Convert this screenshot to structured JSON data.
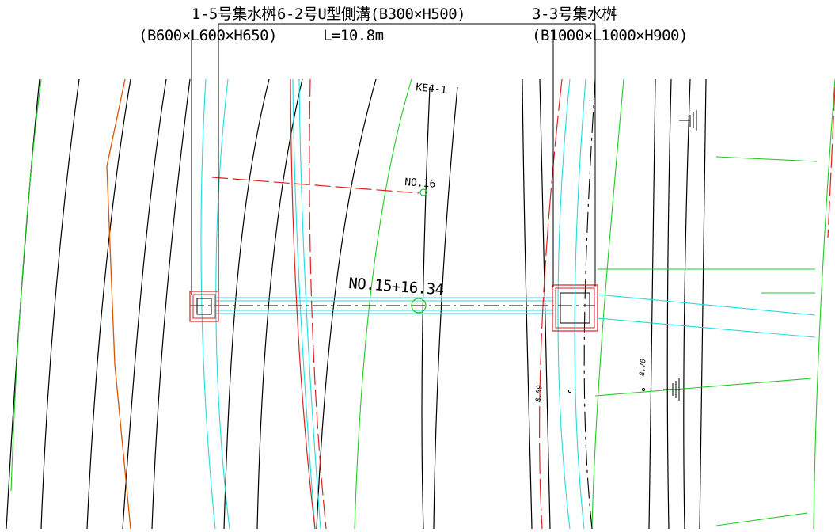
{
  "labels": {
    "structure_a": "1-5号集水桝",
    "structure_b": "6-2号U型側溝(B300×H500)",
    "structure_c": "3-3号集水桝",
    "dims_a": "(B600×L600×H650)",
    "length_b": "L=10.8m",
    "dims_c": "(B1000×L1000×H900)",
    "station_main": "NO.15+16.34",
    "station_point": "NO.16",
    "benchmark": "KE4-1",
    "elev_left": "8.59",
    "elev_right": "8.70"
  },
  "colors": {
    "contour": "#000000",
    "green_line": "#22cc22",
    "cyan_line": "#22dddd",
    "red_line": "#dd2222",
    "orange_line": "#dd5500"
  }
}
